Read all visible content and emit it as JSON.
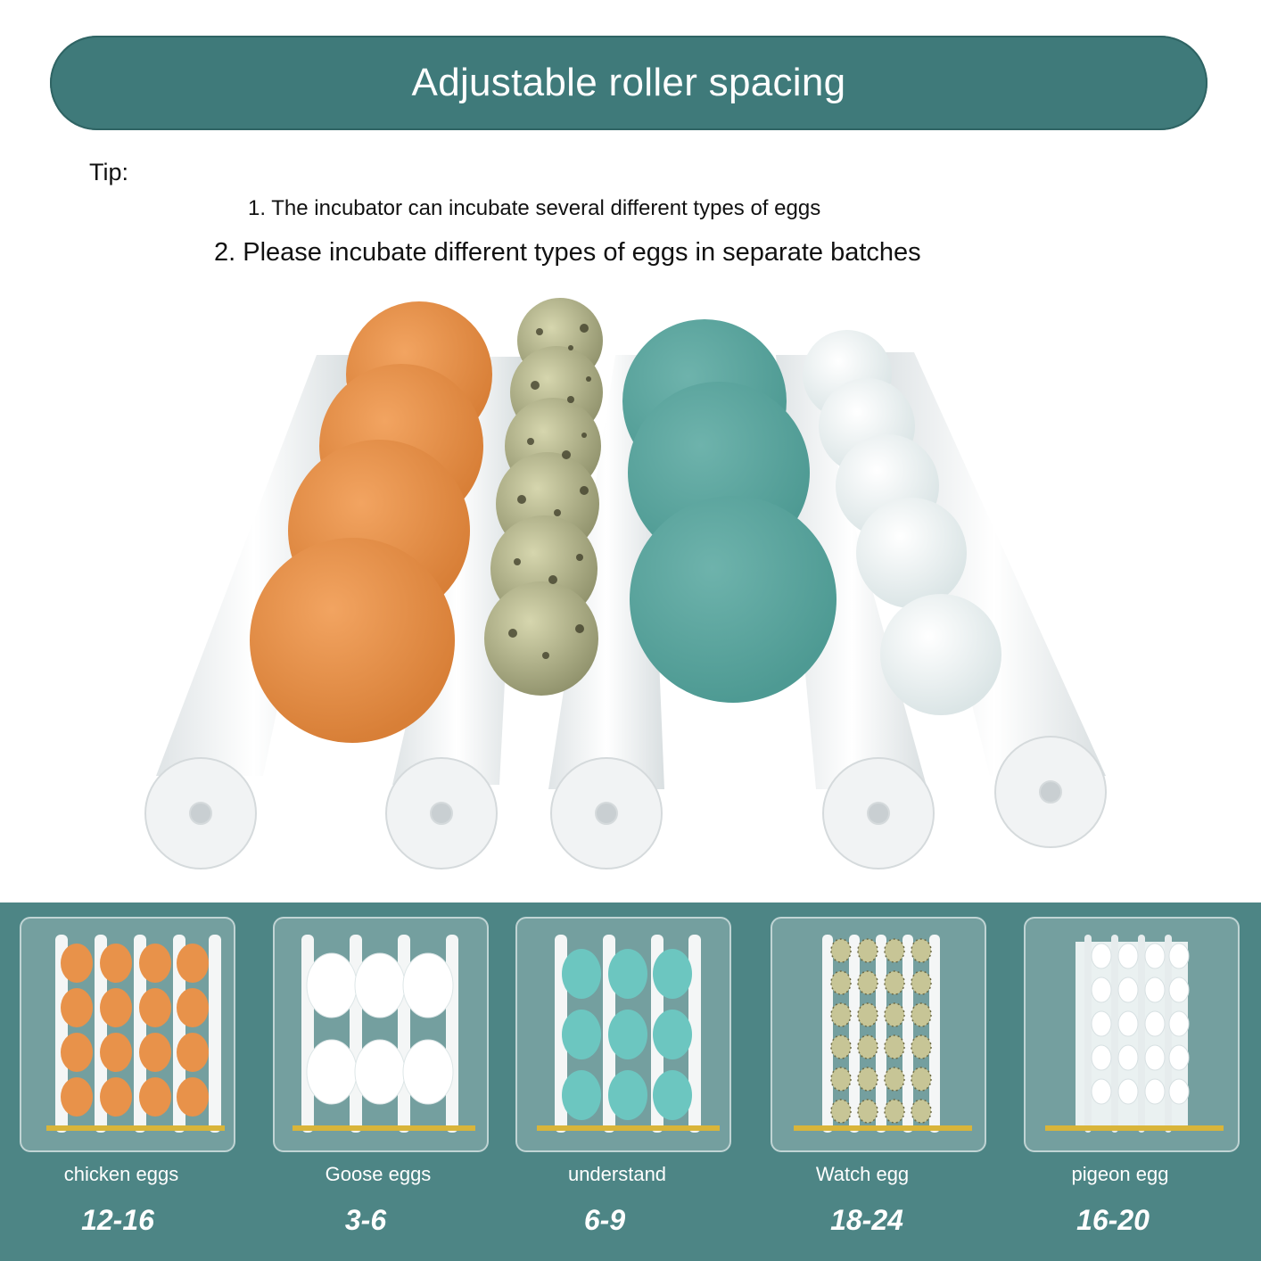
{
  "header": {
    "title": "Adjustable roller spacing"
  },
  "tip": {
    "label": "Tip:",
    "line1": "1. The incubator can incubate several different types of eggs",
    "line2": "2. Please incubate different types of eggs in separate batches"
  },
  "colors": {
    "teal_bar": "#3f7a7a",
    "panel_bg": "#4d8585",
    "chicken_egg": "#e8924a",
    "duck_egg": "#5fa9a2",
    "quail_egg": "#b7b98c",
    "white_egg": "#f2f6f6",
    "roller": "#eef1f2"
  },
  "egg_types": [
    {
      "name": "chicken eggs",
      "count": "12-16",
      "color": "#e8924a"
    },
    {
      "name": "Goose eggs",
      "count": "3-6",
      "color": "#ffffff"
    },
    {
      "name": "understand",
      "count": "6-9",
      "color": "#6cc6c0"
    },
    {
      "name": "Watch egg",
      "count": "18-24",
      "color": "#c7c596"
    },
    {
      "name": "pigeon egg",
      "count": "16-20",
      "color": "#ffffff"
    }
  ]
}
